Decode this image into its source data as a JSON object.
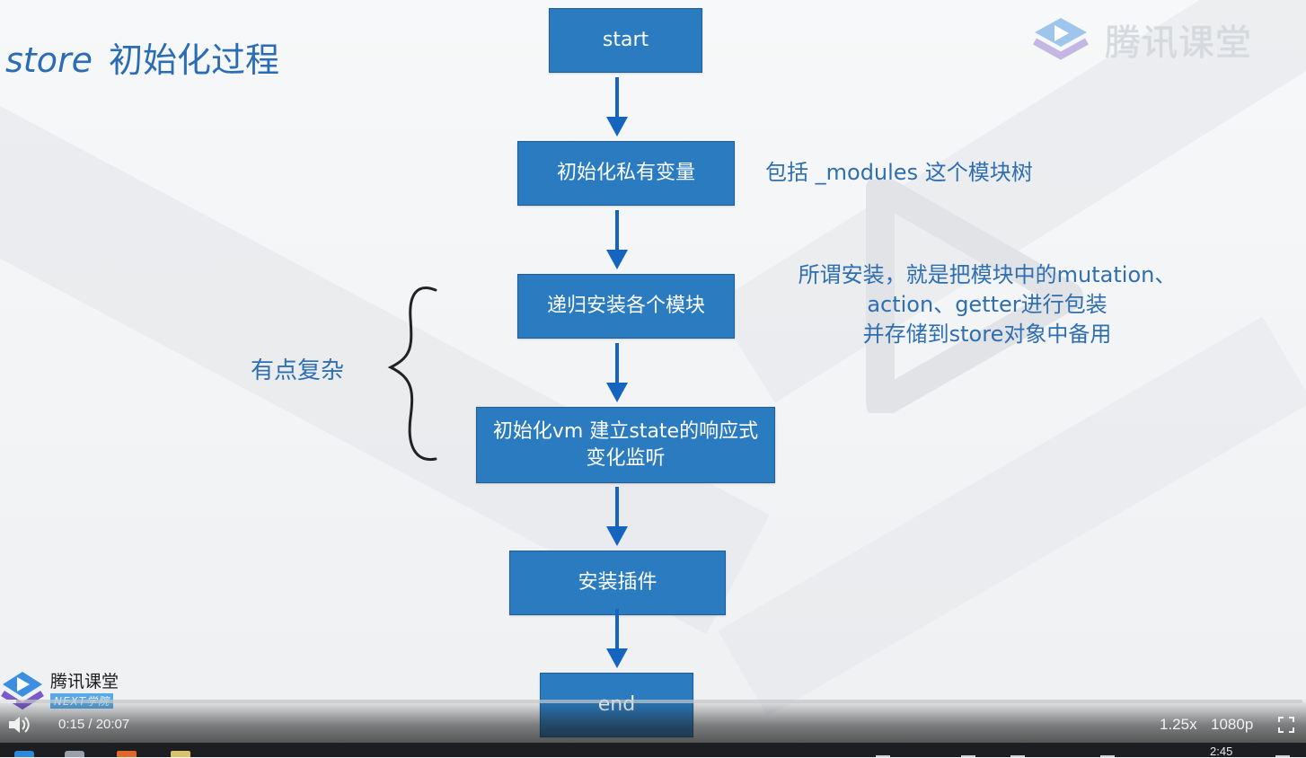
{
  "slide": {
    "title_en": "store",
    "title_cn": "初始化过程",
    "brand": "腾讯课堂"
  },
  "flow": {
    "start": "start",
    "step1": "初始化私有变量",
    "step2": "递归安装各个模块",
    "step3_line1": "初始化vm 建立state的响应式",
    "step3_line2": "变化监听",
    "step4": "安装插件",
    "end": "end"
  },
  "notes": {
    "note1": "包括 _modules 这个模块树",
    "note2_line1": "所谓安装，就是把模块中的mutation、",
    "note2_line2": "action、getter进行包装",
    "note2_line3": "并存储到store对象中备用",
    "brace_label": "有点复杂"
  },
  "watermark": {
    "name": "腾讯课堂",
    "badge": "NEXT学院"
  },
  "player": {
    "time": "0:15 / 20:07",
    "speed": "1.25x",
    "quality": "1080p",
    "progress": 0.0125
  },
  "taskbar": {
    "clock": "2:45"
  },
  "colors": {
    "box_fill": "#2a7bc0",
    "text_blue": "#2f6fb0",
    "arrow": "#1565c0"
  }
}
